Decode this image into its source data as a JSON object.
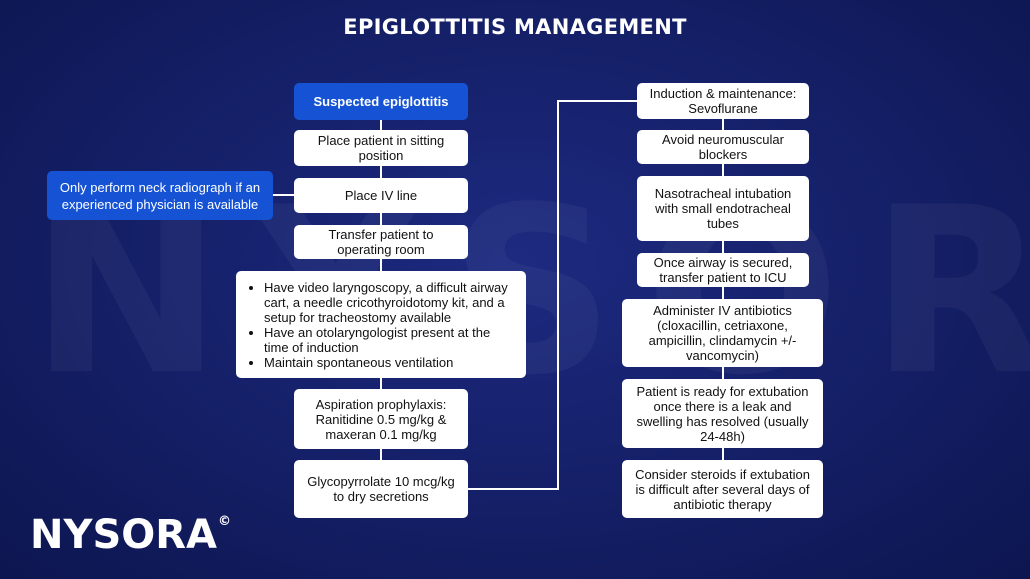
{
  "title": "EPIGLOTTITIS MANAGEMENT",
  "watermark": "NYSORA",
  "logo": {
    "text": "NYSORA",
    "mark": "©"
  },
  "colors": {
    "background": "#141f66",
    "accent": "#1552d4",
    "box": "#ffffff",
    "connector": "#ffffff"
  },
  "left_column": {
    "start": "Suspected epiglottitis",
    "sitting": "Place patient in sitting position",
    "iv_line": "Place IV line",
    "transfer_or": "Transfer patient to operating room",
    "prep_items": [
      "Have video laryngoscopy, a difficult airway cart, a needle cricothyroidotomy kit, and a setup for tracheostomy available",
      "Have an otolaryngologist present at the time of induction",
      "Maintain spontaneous ventilation"
    ],
    "aspiration": "Aspiration prophylaxis: Ranitidine 0.5 mg/kg & maxeran 0.1 mg/kg",
    "glyco": "Glycopyrrolate 10 mcg/kg to dry secretions"
  },
  "side_note": "Only perform neck radiograph if an experienced physician is available",
  "right_column": {
    "induction": "Induction & maintenance: Sevoflurane",
    "avoid_nmb": "Avoid neuromuscular blockers",
    "intubation": "Nasotracheal intubation with small endotracheal tubes",
    "icu": "Once airway is secured, transfer patient to ICU",
    "antibiotics": "Administer IV antibiotics (cloxacillin, cetriaxone, ampicillin, clindamycin +/- vancomycin)",
    "extubation": "Patient is ready for extubation once there is a leak and swelling has resolved (usually 24-48h)",
    "steroids": "Consider steroids if extubation is difficult after several days of antibiotic therapy"
  }
}
